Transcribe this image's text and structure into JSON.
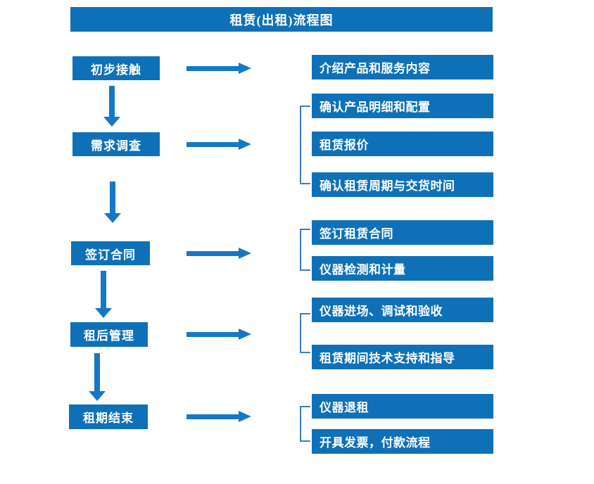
{
  "title": "租赁(出租)流程图",
  "colors": {
    "box_fill": "#0e71b8",
    "arrow": "#1578c6",
    "bracket_line": "#3b7ec0",
    "text": "#ffffff",
    "background": "#ffffff"
  },
  "steps": [
    {
      "label": "初步接触",
      "details": [
        "介绍产品和服务内容"
      ]
    },
    {
      "label": "需求调查",
      "details": [
        "确认产品明细和配置",
        "租赁报价",
        "确认租赁周期与交货时间"
      ]
    },
    {
      "label": "签订合同",
      "details": [
        "签订租赁合同",
        "仪器检测和计量"
      ]
    },
    {
      "label": "租后管理",
      "details": [
        "仪器进场、调试和验收",
        "租赁期间技术支持和指导"
      ]
    },
    {
      "label": "租期结束",
      "details": [
        "仪器退租",
        "开具发票，付款流程"
      ]
    }
  ]
}
